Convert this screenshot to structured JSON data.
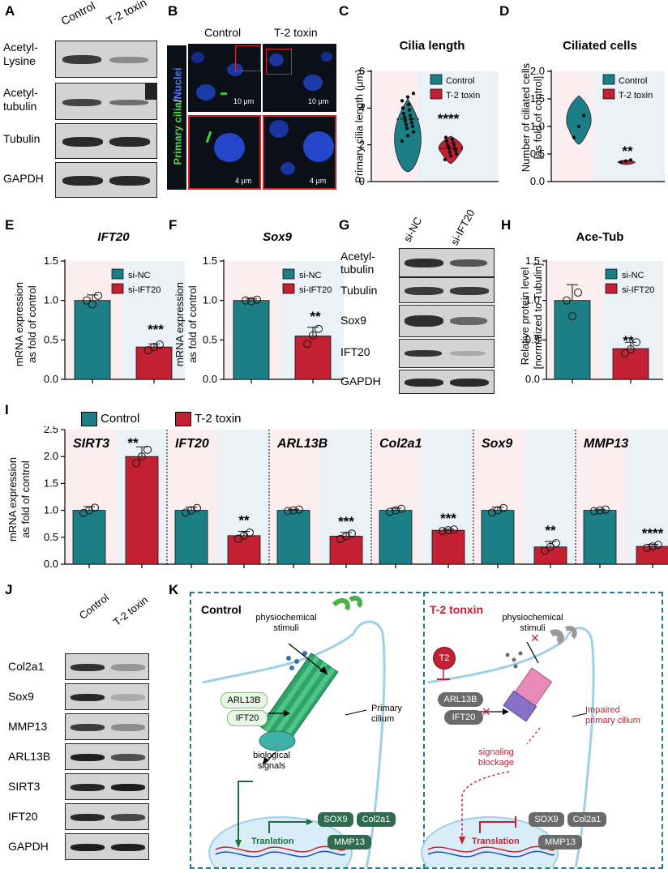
{
  "panels": {
    "A": {
      "label": "A",
      "columns": [
        "Control",
        "T-2 toxin"
      ],
      "rows": [
        "Acetyl-\nLysine",
        "Acetyl-\ntubulin",
        "Tubulin",
        "GAPDH"
      ]
    },
    "B": {
      "label": "B",
      "columns": [
        "Control",
        "T-2 toxin"
      ],
      "stain_green": "Primary cilia",
      "stain_sep": "/",
      "stain_blue": "Nuclei",
      "scale_top": "10 μm",
      "scale_bottom": "4 μm"
    },
    "C": {
      "label": "C",
      "title": "Cilia length",
      "ylabel": "Primary cilia length (μm)",
      "legend": [
        "Control",
        "T-2 toxin"
      ],
      "sig": "****",
      "yticks": [
        "0",
        "2",
        "4",
        "6"
      ]
    },
    "D": {
      "label": "D",
      "title": "Ciliated cells",
      "ylabel": "Number of ciliated cells\n[as fold of control]",
      "legend": [
        "Control",
        "T-2 toxin"
      ],
      "sig": "**",
      "yticks": [
        "0.0",
        "0.5",
        "1.0",
        "1.5",
        "2.0"
      ]
    },
    "E": {
      "label": "E",
      "title": "IFT20",
      "ylabel": "mRNA expression\nas fold of control",
      "legend": [
        "si-NC",
        "si-IFT20"
      ],
      "sig": "***",
      "yticks": [
        "0.0",
        "0.5",
        "1.0",
        "1.5"
      ]
    },
    "F": {
      "label": "F",
      "title": "Sox9",
      "ylabel": "mRNA expression\nas fold of control",
      "legend": [
        "si-NC",
        "si-IFT20"
      ],
      "sig": "**",
      "yticks": [
        "0.0",
        "0.5",
        "1.0",
        "1.5"
      ]
    },
    "G": {
      "label": "G",
      "columns": [
        "si-NC",
        "si-IFT20"
      ],
      "rows": [
        "Acetyl-\ntubulin",
        "Tubulin",
        "Sox9",
        "IFT20",
        "GAPDH"
      ]
    },
    "H": {
      "label": "H",
      "title": "Ace-Tub",
      "ylabel": "Relative protein level\n[normalized to Tubulin]",
      "legend": [
        "si-NC",
        "si-IFT20"
      ],
      "sig": "**",
      "yticks": [
        "0.0",
        "0.5",
        "1.0",
        "1.5"
      ]
    },
    "I": {
      "label": "I",
      "legend": [
        "Control",
        "T-2 toxin"
      ],
      "ylabel": "mRNA expression\nas fold of control",
      "yticks": [
        "0.0",
        "0.5",
        "1.0",
        "1.5",
        "2.0",
        "2.5"
      ]
    },
    "J": {
      "label": "J",
      "columns": [
        "Control",
        "T-2 toxin"
      ],
      "rows": [
        "Col2a1",
        "Sox9",
        "MMP13",
        "ARL13B",
        "SIRT3",
        "IFT20",
        "GAPDH"
      ]
    },
    "K": {
      "label": "K",
      "control": {
        "title": "Control",
        "stimuli": "physiochemical\nstimuli",
        "arl": "ARL13B",
        "ift": "IFT20",
        "cilium": "Primary\ncilium",
        "signals": "biological\nsignals",
        "translation": "Tranlation",
        "genes": [
          "SOX9",
          "Col2a1",
          "MMP13"
        ]
      },
      "toxin": {
        "title": "T-2 tonxin",
        "stimuli": "physiochemical\nstimuli",
        "t2": "T2",
        "arl": "ARL13B",
        "ift": "IFT20",
        "cilium": "Impaired\nprimary cilium",
        "blockage": "signaling\nblockage",
        "translation": "Translation",
        "genes": [
          "SOX9",
          "Col2a1",
          "MMP13"
        ]
      }
    }
  },
  "colors": {
    "teal": "#1c7f86",
    "red": "#c42033",
    "teal_light": "#eaf2f8",
    "red_light": "#fbeef0",
    "dash": "#1f7a8c"
  },
  "chart_data": [
    {
      "panel": "C",
      "type": "violin",
      "title": "Cilia length",
      "ylabel": "Primary cilia length (μm)",
      "ylim": [
        0,
        6
      ],
      "series": [
        {
          "name": "Control",
          "median": 3.4,
          "range": [
            2.2,
            4.8
          ],
          "points": [
            2.2,
            2.5,
            2.7,
            2.9,
            3.0,
            3.1,
            3.2,
            3.3,
            3.4,
            3.5,
            3.6,
            3.7,
            3.9,
            4.0,
            4.2,
            4.4,
            4.6,
            4.8
          ]
        },
        {
          "name": "T-2 toxin",
          "median": 1.8,
          "range": [
            1.2,
            2.5
          ],
          "points": [
            1.2,
            1.4,
            1.5,
            1.6,
            1.7,
            1.8,
            1.8,
            1.9,
            2.0,
            2.0,
            2.1,
            2.2,
            2.3,
            2.4
          ]
        }
      ],
      "annotation": "****"
    },
    {
      "panel": "D",
      "type": "violin",
      "title": "Ciliated cells",
      "ylabel": "Number of ciliated cells [as fold of control]",
      "ylim": [
        0,
        2.0
      ],
      "series": [
        {
          "name": "Control",
          "median": 1.0,
          "range": [
            0.8,
            1.3
          ],
          "points": [
            0.8,
            1.0,
            1.2
          ]
        },
        {
          "name": "T-2 toxin",
          "median": 0.37,
          "range": [
            0.33,
            0.41
          ],
          "points": [
            0.35,
            0.37,
            0.39
          ]
        }
      ],
      "annotation": "**"
    },
    {
      "panel": "E",
      "type": "bar",
      "title": "IFT20",
      "ylabel": "mRNA expression as fold of control",
      "ylim": [
        0,
        1.5
      ],
      "categories": [
        "si-NC",
        "si-IFT20"
      ],
      "values": [
        1.0,
        0.41
      ],
      "errors": [
        0.07,
        0.04
      ],
      "points": [
        [
          1.0,
          0.95,
          1.06
        ],
        [
          0.37,
          0.41,
          0.44
        ]
      ],
      "annotation": "***"
    },
    {
      "panel": "F",
      "type": "bar",
      "title": "Sox9",
      "ylabel": "mRNA expression as fold of control",
      "ylim": [
        0,
        1.5
      ],
      "categories": [
        "si-NC",
        "si-IFT20"
      ],
      "values": [
        1.0,
        0.55
      ],
      "errors": [
        0.02,
        0.11
      ],
      "points": [
        [
          1.0,
          0.99,
          1.01
        ],
        [
          0.45,
          0.56,
          0.64
        ]
      ],
      "annotation": "**"
    },
    {
      "panel": "H",
      "type": "bar",
      "title": "Ace-Tub",
      "ylabel": "Relative protein level [normalized to Tubulin]",
      "ylim": [
        0,
        1.5
      ],
      "categories": [
        "si-NC",
        "si-IFT20"
      ],
      "values": [
        1.0,
        0.39
      ],
      "errors": [
        0.2,
        0.08
      ],
      "points": [
        [
          1.0,
          0.8,
          1.1
        ],
        [
          0.33,
          0.38,
          0.47
        ]
      ],
      "annotation": "**"
    },
    {
      "panel": "I",
      "type": "bar",
      "ylabel": "mRNA expression as fold of control",
      "ylim": [
        0,
        2.5
      ],
      "categories": [
        "SIRT3",
        "IFT20",
        "ARL13B",
        "Col2a1",
        "Sox9",
        "MMP13"
      ],
      "series": [
        {
          "name": "Control",
          "values": [
            1.0,
            1.0,
            1.0,
            1.0,
            1.0,
            1.0
          ],
          "errors": [
            0.07,
            0.06,
            0.02,
            0.04,
            0.06,
            0.02
          ]
        },
        {
          "name": "T-2 toxin",
          "values": [
            2.0,
            0.53,
            0.52,
            0.63,
            0.32,
            0.33
          ],
          "errors": [
            0.18,
            0.08,
            0.07,
            0.02,
            0.1,
            0.04
          ]
        }
      ],
      "annotations": [
        "**",
        "**",
        "***",
        "***",
        "**",
        "****"
      ]
    }
  ]
}
